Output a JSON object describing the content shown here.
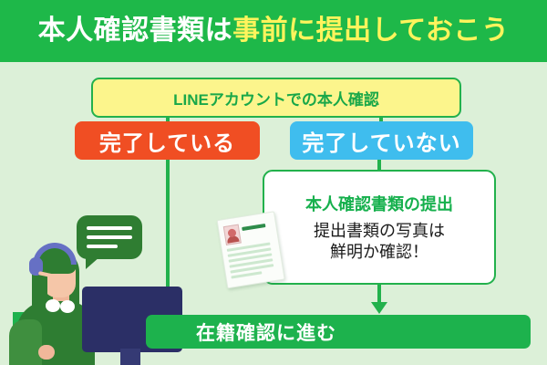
{
  "header": {
    "text_white": "本人確認書類は",
    "text_yellow": "事前に提出しておこう",
    "bg_color": "#1eb849",
    "white_color": "#ffffff",
    "yellow_color": "#fff45c"
  },
  "background_color": "#dcf0d8",
  "flow": {
    "question": {
      "label": "LINEアカウントでの本人確認",
      "bg_color": "#fcf58c",
      "border_color": "#22b14c",
      "text_color": "#19a849"
    },
    "options": [
      {
        "label": "完了している",
        "bg_color": "#f04e23",
        "text_color": "#ffffff"
      },
      {
        "label": "完了していない",
        "bg_color": "#3fbdee",
        "text_color": "#ffffff"
      }
    ],
    "info_card": {
      "title": "本人確認書類の提出",
      "title_color": "#16b04d",
      "lines": [
        "提出書類の写真は",
        "鮮明か確認！"
      ],
      "bg_color": "#ffffff",
      "border_color": "#22b14c"
    },
    "result": {
      "label": "在籍確認に進む",
      "bg_color": "#1db24d",
      "text_color": "#ffffff"
    },
    "connector_color": "#22b14c"
  },
  "illustrations": {
    "document": "id-document-icon",
    "operator": "operator-with-headset-illustration",
    "speech_bubble": "speech-bubble-icon"
  }
}
